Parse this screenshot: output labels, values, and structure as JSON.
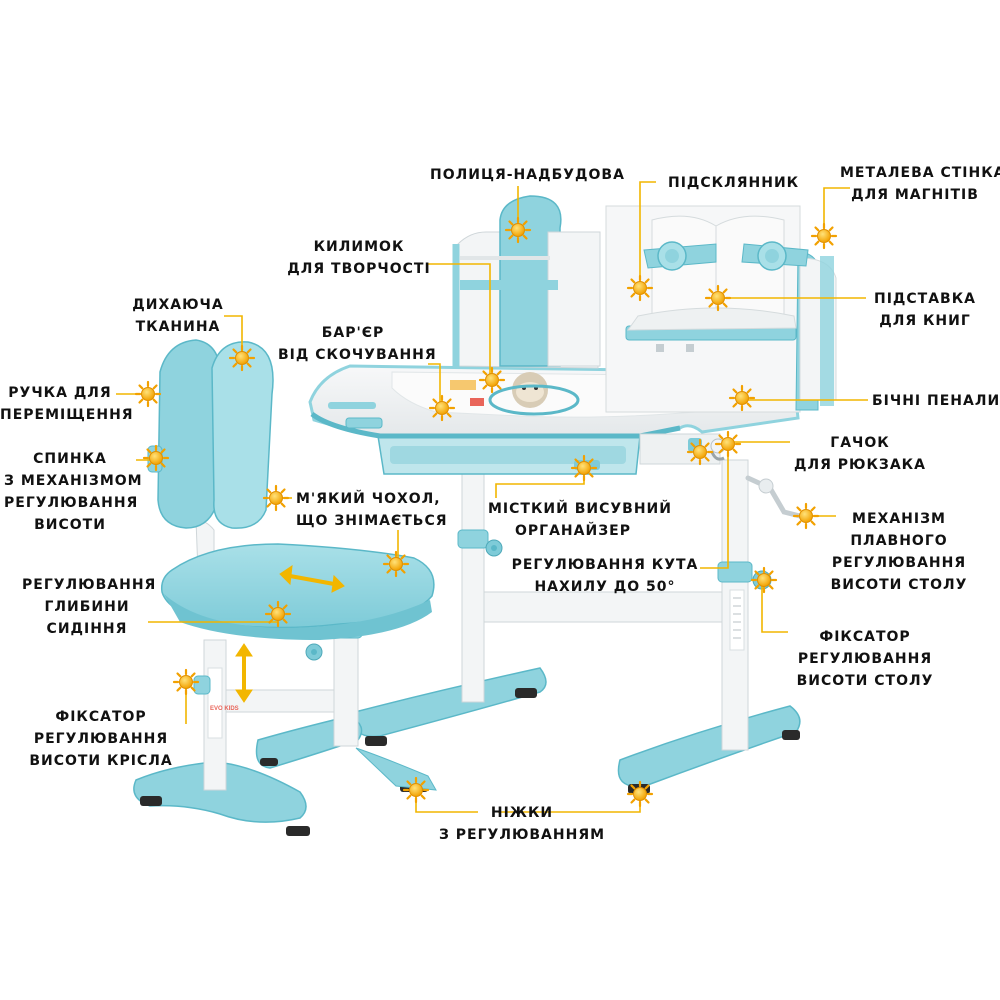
{
  "colors": {
    "accent_blue": "#8fd3de",
    "accent_blue_dark": "#5bb8c8",
    "frame_white": "#f3f5f6",
    "marker_sun": "#f6b21a",
    "marker_ray": "#f2a100",
    "leader_line": "#f2b600",
    "foot_dark": "#2a2a2a"
  },
  "icons": {
    "marker": "sun-marker-icon",
    "depth_arrow": "double-arrow-horizontal-icon",
    "height_arrow": "double-arrow-vertical-icon"
  },
  "labels": {
    "shelf_addon": [
      "ПОЛИЦЯ-НАДБУДОВА"
    ],
    "cup_holder": [
      "ПІДСКЛЯННИК"
    ],
    "metal_wall": [
      "МЕТАЛЕВА СТІНКА",
      "ДЛЯ МАГНІТІВ"
    ],
    "creative_mat": [
      "КИЛИМОК",
      "ДЛЯ ТВОРЧОСТІ"
    ],
    "breathable_fabric": [
      "ДИХАЮЧА",
      "ТКАНИНА"
    ],
    "anti_slip_barrier": [
      "БАР'ЄР",
      "ВІД СКОЧУВАННЯ"
    ],
    "book_stand": [
      "ПІДСТАВКА",
      "ДЛЯ КНИГ"
    ],
    "carry_handle": [
      "РУЧКА ДЛЯ",
      "ПЕРЕМІЩЕННЯ"
    ],
    "side_cases": [
      "БІЧНІ ПЕНАЛИ"
    ],
    "backrest": [
      "СПИНКА",
      "З МЕХАНІЗМОМ",
      "РЕГУЛЮВАННЯ",
      "ВИСОТИ"
    ],
    "backpack_hook": [
      "ГАЧОК",
      "ДЛЯ РЮКЗАКА"
    ],
    "soft_cover": [
      "М'ЯКИЙ ЧОХОЛ,",
      "ЩО ЗНІМАЄТЬСЯ"
    ],
    "organizer": [
      "МІСТКИЙ ВИСУВНИЙ",
      "ОРГАНАЙЗЕР"
    ],
    "smooth_mechanism": [
      "МЕХАНІЗМ",
      "ПЛАВНОГО",
      "РЕГУЛЮВАННЯ",
      "ВИСОТИ СТОЛУ"
    ],
    "tilt_adjust": [
      "РЕГУЛЮВАННЯ КУТА",
      "НАХИЛУ ДО 50°"
    ],
    "seat_depth": [
      "РЕГУЛЮВАННЯ",
      "ГЛИБИНИ",
      "СИДІННЯ"
    ],
    "desk_height_lock": [
      "ФІКСАТОР",
      "РЕГУЛЮВАННЯ",
      "ВИСОТИ СТОЛУ"
    ],
    "chair_height_lock": [
      "ФІКСАТОР",
      "РЕГУЛЮВАННЯ",
      "ВИСОТИ КРІСЛА"
    ],
    "adjustable_feet": [
      "НІЖКИ",
      "З РЕГУЛЮВАННЯМ"
    ]
  },
  "logo_text": "EVO KIDS"
}
